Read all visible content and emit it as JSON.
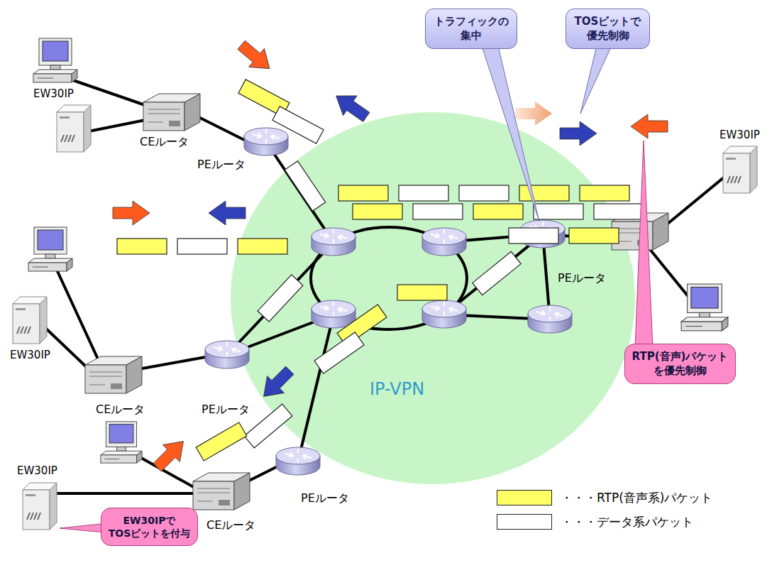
{
  "diagram": {
    "nodes": [
      {
        "text": [
          "トラフィックの 集中"
        ]
      },
      {
        "text": [
          "TOSビットで 優先制御"
        ]
      },
      {
        "text": [
          "RTP(音声)パケット を優先制御"
        ]
      },
      {
        "text": [
          "EW30IPで TOSビットを付与"
        ]
      }
    ],
    "labels": [
      "EW30IP",
      "CEルータ",
      "PEルータ",
      "EW30IP",
      "PEルータ",
      "EW30IP",
      "CEルータ",
      "PEルータ",
      "IP-VPN",
      "EW30IP",
      "PEルータ",
      "CEルータ"
    ],
    "legend": [
      {
        "text": "・・・RTP(音声系)パケット",
        "color": "#ffff66"
      },
      {
        "text": "・・・データ系パケット",
        "color": "#ffffff"
      }
    ]
  }
}
